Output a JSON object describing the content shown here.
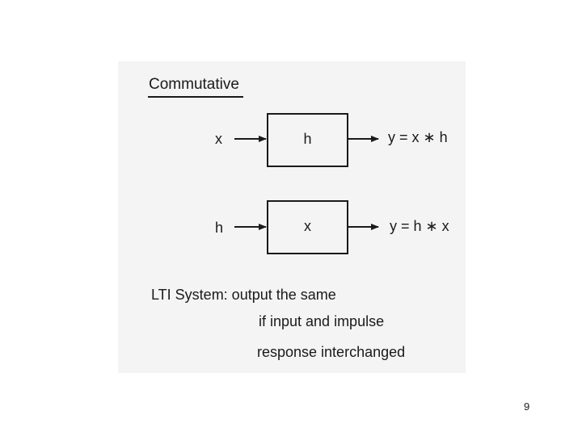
{
  "slide": {
    "heading": "Commutative",
    "block1": {
      "input": "x",
      "system": "h",
      "output": "y = x ∗ h"
    },
    "block2": {
      "input": "h",
      "system": "x",
      "output": "y = h ∗ x"
    },
    "description": {
      "line1": "LTI System: output the same",
      "line2": "if input and impulse",
      "line3": "response interchanged"
    },
    "page_number": "9"
  }
}
